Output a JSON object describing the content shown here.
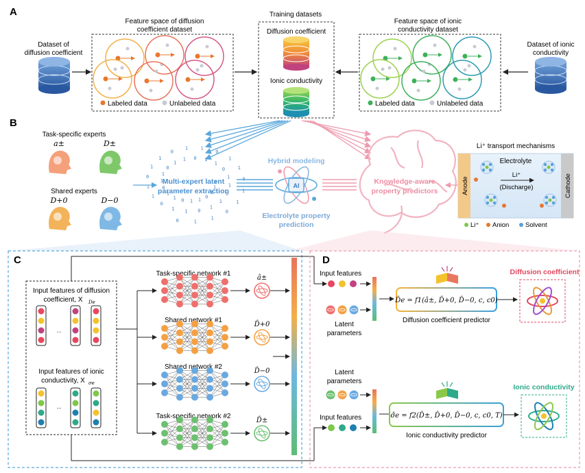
{
  "panels": {
    "a": "A",
    "b": "B",
    "c": "C",
    "d": "D"
  },
  "panel_a": {
    "left_dataset": [
      "Dataset of",
      "diffusion coefficient"
    ],
    "left_space_title": [
      "Feature space of diffusion",
      "coefficient dataset"
    ],
    "training_title": "Training datasets",
    "training_top": "Diffusion coefficient",
    "training_bottom": "Ionic conductivity",
    "right_space_title": [
      "Feature space of ionic",
      "conductivity dataset"
    ],
    "right_dataset": [
      "Dataset of ionic",
      "conductivity"
    ],
    "labeled": "Labeled data",
    "unlabeled": "Unlabeled data",
    "colors": {
      "diffusion": "#e8772e",
      "ionic": "#3db05a",
      "unlabeled": "#c9c9d6"
    }
  },
  "panel_b": {
    "task_specific_experts": "Task-specific experts",
    "shared_experts": "Shared experts",
    "expert_syms": [
      "a±",
      "D±",
      "D+0",
      "D−0"
    ],
    "latent_title": [
      "Multi-expert latent",
      "parameter extraction"
    ],
    "hybrid": "Hybrid modeling",
    "ai_chip": "AI",
    "electrolyte_title": [
      "Electrolyte property",
      "prediction"
    ],
    "knowledge_title": [
      "Knowledge-aware",
      "property predictors"
    ],
    "transport_title": "Li⁺ transport mechanisms",
    "anode": "Anode",
    "cathode": "Cathode",
    "electrolyte": "Electrolyte",
    "li_arrow": "Li⁺",
    "discharge": "(Discharge)",
    "legend": [
      "Li⁺",
      "Anion",
      "Solvent"
    ],
    "colors": {
      "blue": "#5aa7dc",
      "pink": "#ee9bae",
      "li": "#7ec84a",
      "anion": "#e8772e",
      "solvent": "#5aa0d8"
    }
  },
  "panel_c": {
    "input_diff": [
      "Input features of diffusion",
      "coefficient, X"
    ],
    "input_diff_sub": "De",
    "input_ionic": [
      "Input features of ionic",
      "conductivity, X"
    ],
    "input_ionic_sub": "σe",
    "dots": "··",
    "networks": [
      "Task-specific network #1",
      "Shared network #1",
      "Shared network #2",
      "Task-specific network #2"
    ],
    "outputs": [
      "â±",
      "D̂+0",
      "D̂−0",
      "D̂±"
    ],
    "network_colors": [
      "#ef6f6c",
      "#f4a043",
      "#6aa9e0",
      "#6cc070"
    ]
  },
  "panel_d": {
    "input_features": "Input features",
    "latent_params": [
      "Latent",
      "parameters"
    ],
    "formula1": "D̂e = f1(â±, D̂+0, D̂−0, c, c0)",
    "predictor1": "Diffusion coefficient predictor",
    "result1": "Diffusion coefficient",
    "formula2": "σ̂e = f2(D̂±, D̂+0, D̂−0, c, c0, T)",
    "predictor2": "Ionic conductivity predictor",
    "result2": "Ionic conductivity",
    "colors": {
      "result1": "#e0475f",
      "result2": "#2eaa8a"
    }
  }
}
